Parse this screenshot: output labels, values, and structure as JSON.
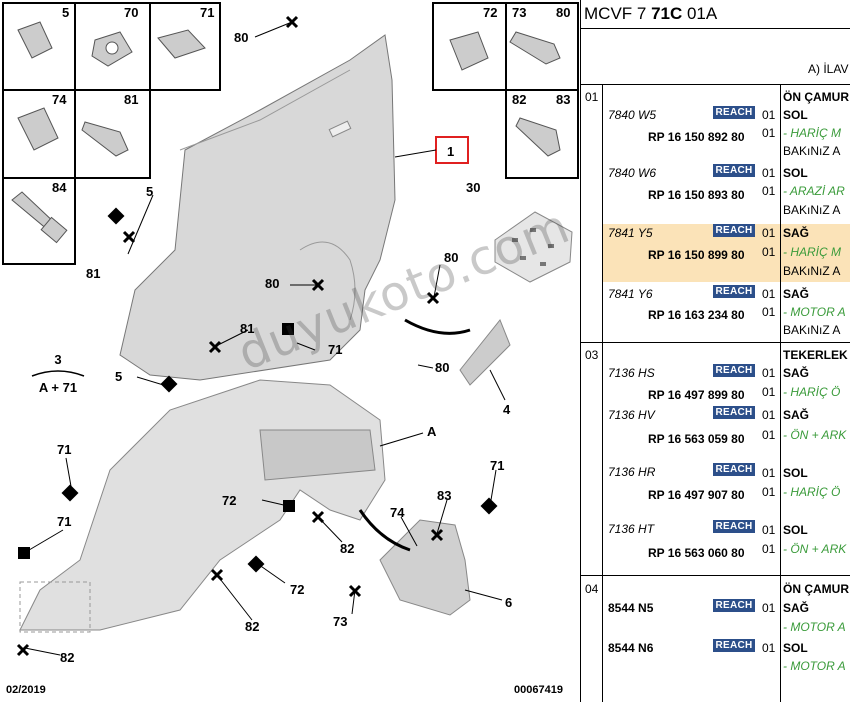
{
  "header": {
    "prefix": "MCVF 7 ",
    "code": "71C",
    "suffix": " 01A"
  },
  "subheader": "A) İLAV",
  "diagram": {
    "date": "02/2019",
    "ref": "00067419",
    "watermark": "duyukoto.com",
    "legend_top": "3",
    "legend_bottom": "A + 71",
    "boxes": [
      {
        "num": "5"
      },
      {
        "num": "70"
      },
      {
        "num": "71"
      },
      {
        "num": "74"
      },
      {
        "num": "81"
      },
      {
        "num": "84"
      },
      {
        "num": "72"
      },
      {
        "num": "73"
      },
      {
        "num": "80"
      },
      {
        "num": "82"
      },
      {
        "num": "83"
      }
    ],
    "callouts": [
      "80",
      "1",
      "30",
      "5",
      "81",
      "80",
      "80",
      "81",
      "71",
      "5",
      "80",
      "4",
      "A",
      "71",
      "72",
      "83",
      "71",
      "71",
      "82",
      "74",
      "72",
      "82",
      "73",
      "6",
      "82"
    ]
  },
  "reach_label": "REACH",
  "groups": [
    {
      "num": "01",
      "title": "ÖN ÇAMUR",
      "items": [
        {
          "code": "7840 W5",
          "ref": "RP 16 150 892 80",
          "q1": "01",
          "q2": "01",
          "side": "SOL",
          "note": "- HARİÇ M",
          "note2": "BAKıNıZ A",
          "highlight": false
        },
        {
          "code": "7840 W6",
          "ref": "RP 16 150 893 80",
          "q1": "01",
          "q2": "01",
          "side": "SOL",
          "note": "- ARAZİ AR",
          "note2": "BAKıNıZ A",
          "highlight": false
        },
        {
          "code": "7841 Y5",
          "ref": "RP 16 150 899 80",
          "q1": "01",
          "q2": "01",
          "side": "SAĞ",
          "note": "- HARİÇ M",
          "note2": "BAKıNıZ A",
          "highlight": true
        },
        {
          "code": "7841 Y6",
          "ref": "RP 16 163 234 80",
          "q1": "01",
          "q2": "01",
          "side": "SAĞ",
          "note": "- MOTOR A",
          "note2": "BAKıNıZ A",
          "highlight": false
        }
      ]
    },
    {
      "num": "03",
      "title": "TEKERLEK",
      "items": [
        {
          "code": "7136 HS",
          "ref": "RP 16 497 899 80",
          "q1": "01",
          "q2": "01",
          "side": "SAĞ",
          "note": "- HARİÇ Ö"
        },
        {
          "code": "7136 HV",
          "ref": "RP 16 563 059 80",
          "q1": "01",
          "q2": "01",
          "side": "SAĞ",
          "note": "- ÖN + ARK"
        },
        {
          "code": "7136 HR",
          "ref": "RP 16 497 907 80",
          "q1": "01",
          "q2": "01",
          "side": "SOL",
          "note": "- HARİÇ Ö"
        },
        {
          "code": "7136 HT",
          "ref": "RP 16 563 060 80",
          "q1": "01",
          "q2": "01",
          "side": "SOL",
          "note": "- ÖN + ARK"
        }
      ]
    },
    {
      "num": "04",
      "title": "ÖN ÇAMUR",
      "items": [
        {
          "code": "8544 N5",
          "q1": "01",
          "side": "SAĞ",
          "note": "- MOTOR A"
        },
        {
          "code": "8544 N6",
          "q1": "01",
          "side": "SOL",
          "note": "- MOTOR A"
        }
      ]
    }
  ]
}
